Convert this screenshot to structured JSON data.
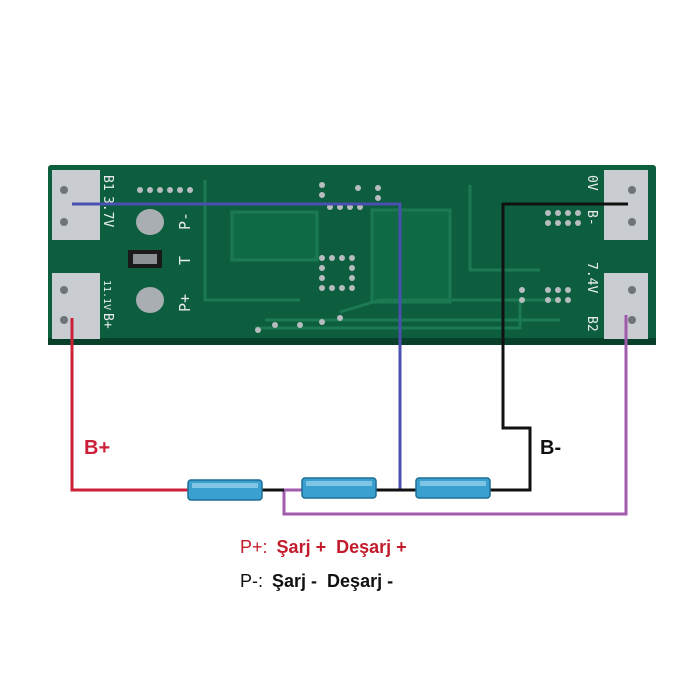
{
  "colors": {
    "pcb": "#0d5e3e",
    "pcb_dark": "#08402a",
    "trace": "#136b47",
    "pad": "#c9ccd0",
    "wire_red": "#cc1f3a",
    "wire_blue": "#4b4fb0",
    "wire_black": "#111111",
    "wire_purple": "#a05aae",
    "cell": "#3aa0cf",
    "legend_plus": "#c21c2c",
    "legend_minus": "#111111"
  },
  "board": {
    "silkscreen": {
      "b1": "B1",
      "v37": "3.7V",
      "b_plus": "B+",
      "v11": "11.1V",
      "p_minus": "P-",
      "t": "T",
      "p_plus": "P+",
      "zero_v": "0V",
      "b_minus": "B-",
      "v74": "7.4V",
      "b2": "B2"
    }
  },
  "diagram": {
    "label_b_plus": "B+",
    "label_b_minus": "B-"
  },
  "legend": {
    "plus_key": "P+:",
    "plus_value": "Şarj +  Deşarj +",
    "minus_key": "P-:",
    "minus_value": "Şarj -  Deşarj -"
  }
}
